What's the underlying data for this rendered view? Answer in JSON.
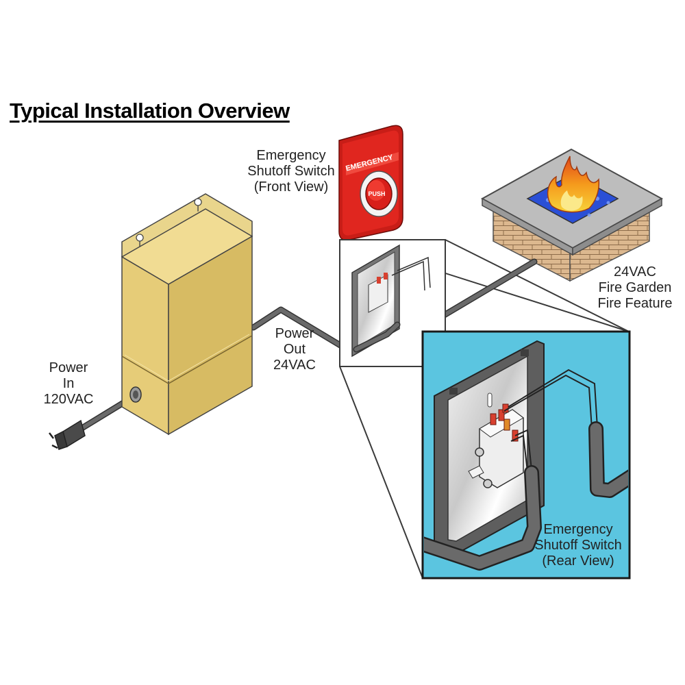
{
  "title": "Typical Installation Overview",
  "labels": {
    "power_in": [
      "Power",
      "In",
      "120VAC"
    ],
    "power_out": [
      "Power",
      "Out",
      "24VAC"
    ],
    "switch_front": [
      "Emergency",
      "Shutoff Switch",
      "(Front View)"
    ],
    "fire_feature": [
      "24VAC",
      "Fire Garden",
      "Fire Feature"
    ],
    "switch_rear": [
      "Emergency",
      "Shutoff Switch",
      "(Rear View)"
    ]
  },
  "switch_face": {
    "banner": "EMERGENCY",
    "button": "PUSH"
  },
  "colors": {
    "transformer": "#e8cf7e",
    "switch_red": "#e0261f",
    "inset_background": "#5bc5e0",
    "stone_cap": "#b7b7b7",
    "brick": "#d9b48c",
    "fire_glass": "#2a4fd6",
    "flame": "#f59a1c",
    "cable": "#5d5d5d"
  }
}
